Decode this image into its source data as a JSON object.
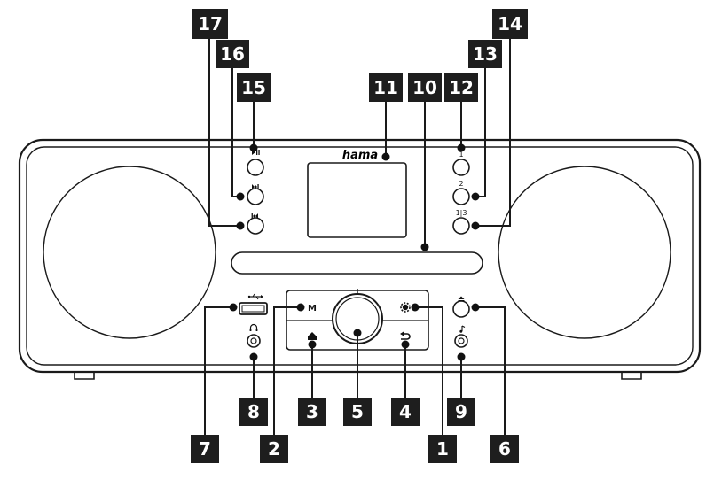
{
  "device": {
    "brand": "hama"
  },
  "callouts": {
    "c1": "1",
    "c2": "2",
    "c3": "3",
    "c4": "4",
    "c5": "5",
    "c6": "6",
    "c7": "7",
    "c8": "8",
    "c9": "9",
    "c10": "10",
    "c11": "11",
    "c12": "12",
    "c13": "13",
    "c14": "14",
    "c15": "15",
    "c16": "16",
    "c17": "17"
  },
  "button_marks": {
    "preset_1": "1",
    "preset_2": "2",
    "preset_list": "1|3",
    "menu": "M"
  }
}
